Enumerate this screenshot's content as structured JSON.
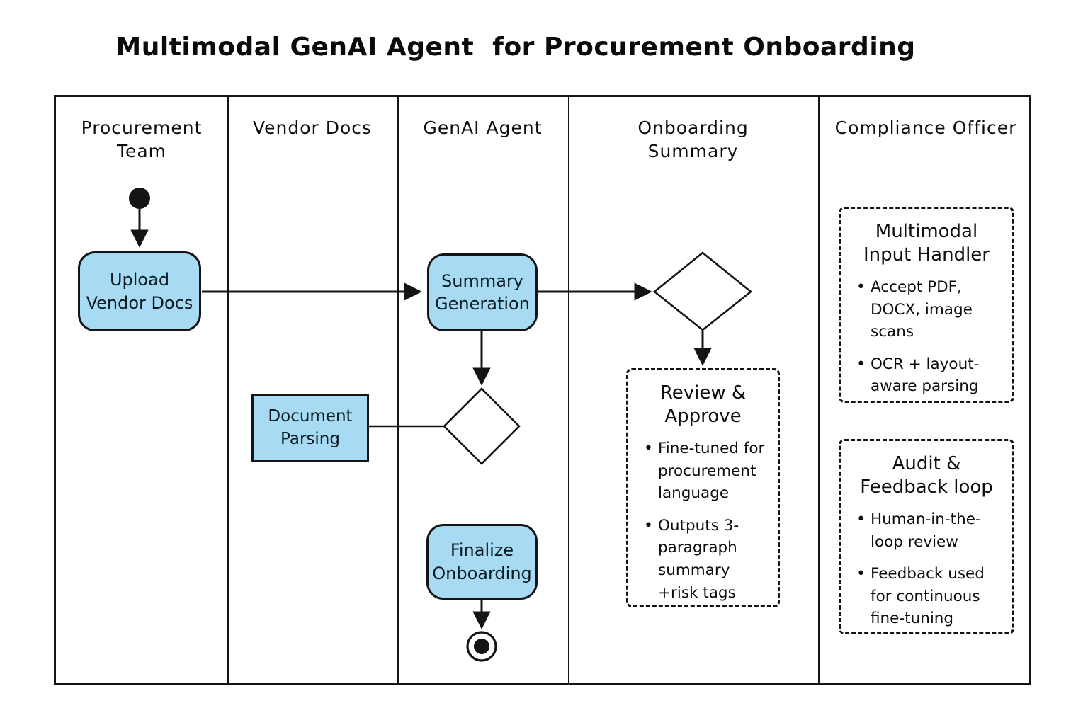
{
  "title": "Multimodal GenAI Agent  for Procurement Onboarding",
  "lanes": [
    {
      "label": "Procurement Team"
    },
    {
      "label": "Vendor Docs"
    },
    {
      "label": "GenAI Agent"
    },
    {
      "label": "Onboarding Summary"
    },
    {
      "label": "Compliance Officer"
    }
  ],
  "nodes": {
    "upload": {
      "label": "Upload Vendor Docs"
    },
    "summary_generation": {
      "label": "Summary Generation"
    },
    "document_parsing": {
      "label": "Document Parsing"
    },
    "finalize": {
      "label": "Finalize Onboarding"
    }
  },
  "annotations": {
    "review": {
      "title": "Review & Approve",
      "bullets": [
        "Fine-tuned for procurement language",
        "Outputs 3-paragraph summary +risk tags"
      ]
    },
    "input_handler": {
      "title": "Multimodal Input Handler",
      "bullets": [
        "Accept PDF, DOCX, image scans",
        "OCR + layout-aware parsing"
      ]
    },
    "audit": {
      "title": "Audit & Feedback loop",
      "bullets": [
        "Human-in-the-loop review",
        "Feedback used for continuous fine-tuning"
      ]
    }
  },
  "colors": {
    "node_fill": "#a7dbf3",
    "stroke": "#141414",
    "background": "#ffffff"
  }
}
